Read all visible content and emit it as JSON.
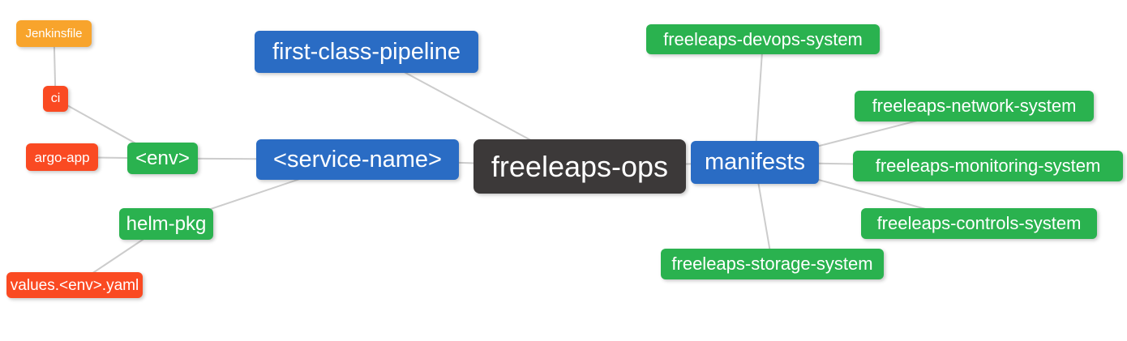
{
  "mindmap": {
    "root": {
      "label": "freeleaps-ops"
    },
    "nodes": {
      "jenkinsfile": {
        "label": "Jenkinsfile"
      },
      "ci": {
        "label": "ci"
      },
      "argo_app": {
        "label": "argo-app"
      },
      "env": {
        "label": "<env>"
      },
      "helm_pkg": {
        "label": "helm-pkg"
      },
      "values_env_yaml": {
        "label": "values.<env>.yaml"
      },
      "first_class_pipeline": {
        "label": "first-class-pipeline"
      },
      "service_name": {
        "label": "<service-name>"
      },
      "manifests": {
        "label": "manifests"
      },
      "devops_system": {
        "label": "freeleaps-devops-system"
      },
      "network_system": {
        "label": "freeleaps-network-system"
      },
      "monitoring_system": {
        "label": "freeleaps-monitoring-system"
      },
      "controls_system": {
        "label": "freeleaps-controls-system"
      },
      "storage_system": {
        "label": "freeleaps-storage-system"
      }
    },
    "edges": [
      [
        "jenkinsfile",
        "ci"
      ],
      [
        "ci",
        "env"
      ],
      [
        "argo_app",
        "env"
      ],
      [
        "env",
        "service_name"
      ],
      [
        "helm_pkg",
        "service_name"
      ],
      [
        "values_env_yaml",
        "helm_pkg"
      ],
      [
        "first_class_pipeline",
        "root"
      ],
      [
        "service_name",
        "root"
      ],
      [
        "root",
        "manifests"
      ],
      [
        "manifests",
        "devops_system"
      ],
      [
        "manifests",
        "network_system"
      ],
      [
        "manifests",
        "monitoring_system"
      ],
      [
        "manifests",
        "controls_system"
      ],
      [
        "manifests",
        "storage_system"
      ]
    ]
  },
  "colors": {
    "background": "#ffffff",
    "line": "#cccccc",
    "text": "#ffffff",
    "root_bg": "#3c3939",
    "branch_blue": "#2a6cc4",
    "leaf_green": "#2ab24f",
    "leaf_orange": "#f8a42c",
    "leaf_red": "#fa4a22"
  }
}
